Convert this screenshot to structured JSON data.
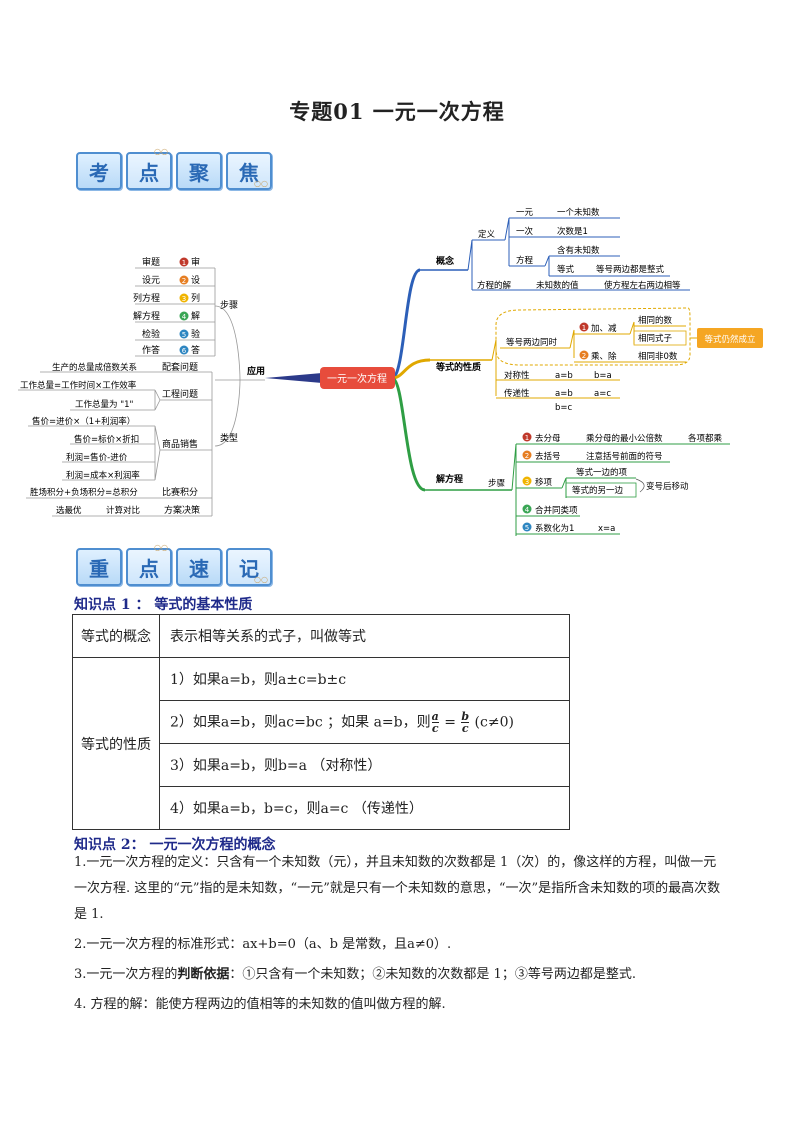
{
  "title": "专题01  一元一次方程",
  "banner1": [
    "考",
    "点",
    "聚",
    "焦"
  ],
  "banner2": [
    "重",
    "点",
    "速",
    "记"
  ],
  "mindmap": {
    "center": "一元一次方程",
    "left": {
      "branch": "应用",
      "steps": {
        "label": "步骤",
        "items": [
          {
            "step": "审题",
            "n": "1",
            "c": "审",
            "color": "#c0392b"
          },
          {
            "step": "设元",
            "n": "2",
            "c": "设",
            "color": "#e67e22"
          },
          {
            "step": "列方程",
            "n": "3",
            "c": "列",
            "color": "#f0b400"
          },
          {
            "step": "解方程",
            "n": "4",
            "c": "解",
            "color": "#3aa655"
          },
          {
            "step": "检验",
            "n": "5",
            "c": "验",
            "color": "#2e86c1"
          },
          {
            "step": "作答",
            "n": "6",
            "c": "答",
            "color": "#2e86c1"
          }
        ]
      },
      "types": {
        "label": "类型",
        "groups": [
          {
            "name": "配套问题",
            "items": [
              "生产的总量成倍数关系"
            ]
          },
          {
            "name": "工程问题",
            "items": [
              "工作总量=工作时间×工作效率",
              "工作总量为 \"1\""
            ]
          },
          {
            "name": "商品销售",
            "items": [
              "售价=进价×（1+利润率）",
              "售价=标价×折扣",
              "利润=售价-进价",
              "利润=成本×利润率"
            ]
          },
          {
            "name": "比赛积分",
            "items": [
              "胜场积分+负场积分=总积分"
            ]
          },
          {
            "name": "方案决策",
            "items": [
              "计算对比",
              "选最优"
            ]
          }
        ]
      }
    },
    "right": {
      "concept": {
        "label": "概念",
        "def_label": "定义",
        "yiyuan": "一元",
        "yiyuan_d": "一个未知数",
        "yici": "一次",
        "yici_d": "次数是1",
        "fangcheng": "方程",
        "fc_1": "含有未知数",
        "dengshi": "等式",
        "dengshi_d": "等号两边都是整式",
        "solution": "方程的解",
        "sol_1": "未知数的值",
        "sol_2": "使方程左右两边相等"
      },
      "property": {
        "label": "等式的性质",
        "both_sides": "等号两边同时",
        "op1_n": "1",
        "op1": "加、减",
        "op1_a": "相同的数",
        "op1_b": "相同式子",
        "op2_n": "2",
        "op2": "乘、除",
        "op2_a": "相同非0数",
        "result": "等式仍然成立",
        "sym": "对称性",
        "sym_1": "a=b",
        "sym_2": "b=a",
        "trans": "传递性",
        "trans_1": "a=b",
        "trans_2": "b=c",
        "trans_3": "a=c"
      },
      "solve": {
        "label": "解方程",
        "steps_label": "步骤",
        "s1_n": "1",
        "s1": "去分母",
        "s1_a": "乘分母的最小公倍数",
        "s1_b": "各项都乘",
        "s2_n": "2",
        "s2": "去括号",
        "s2_a": "注意括号前面的符号",
        "s3_n": "3",
        "s3": "移项",
        "s3_a": "等式一边的项",
        "s3_b": "等式的另一边",
        "s3_c": "变号后移动",
        "s4_n": "4",
        "s4": "合并同类项",
        "s5_n": "5",
        "s5": "系数化为1",
        "s5_a": "x=a"
      }
    }
  },
  "kp1": {
    "heading": "知识点 1 ：  等式的基本性质",
    "concept_head": "等式的概念",
    "concept_body": "表示相等关系的式子，叫做等式",
    "prop_head": "等式的性质",
    "r1": "1）如果a=b，则a±c=b±c",
    "r2_pre": "2）如果a=b，则ac=bc ；如果  a=b，则",
    "r2_fa_n": "a",
    "r2_fa_d": "c",
    "r2_eq": "=",
    "r2_fb_n": "b",
    "r2_fb_d": "c",
    "r2_post": "(c≠0)",
    "r3": "3）如果a=b，则b=a （对称性）",
    "r4": "4）如果a=b，b=c，则a=c （传递性）"
  },
  "kp2": {
    "heading": "知识点 2：    一元一次方程的概念",
    "p1": "1.一元一次方程的定义：只含有一个未知数（元），并且未知数的次数都是 1（次）的，像这样的方程，叫做一元一次方程. 这里的“元”指的是未知数，“一元”就是只有一个未知数的意思，“一次”是指所含未知数的项的最高次数是 1.",
    "p2": "2.一元一次方程的标准形式：ax+b=0（a、b 是常数，且a≠0）.",
    "p3_pre": "3.一元一次方程的",
    "p3_bold": "判断依据",
    "p3_post": "：①只含有一个未知数；②未知数的次数都是 1；③等号两边都是整式.",
    "p4": "4. 方程的解：能使方程两边的值相等的未知数的值叫做方程的解."
  }
}
